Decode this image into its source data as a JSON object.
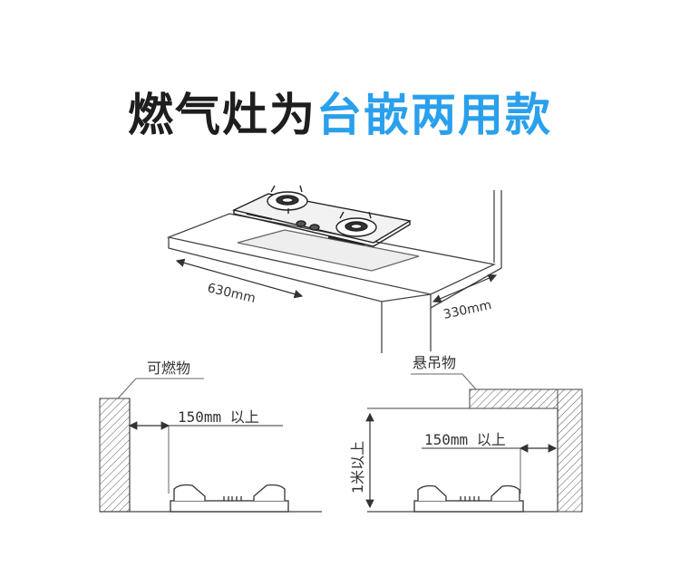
{
  "title": {
    "part1": "燃气灶为",
    "part2": "台嵌两用款",
    "part1_color": "#1e1e1e",
    "part2_color": "#2aa0ec"
  },
  "top_diagram": {
    "width_label": "630mm",
    "depth_label": "330mm"
  },
  "left_diagram": {
    "wall_label": "可燃物",
    "clearance_label": "150mm 以上"
  },
  "right_diagram": {
    "hanging_label": "悬吊物",
    "clearance_label": "150mm 以上",
    "height_label": "1米以上"
  }
}
